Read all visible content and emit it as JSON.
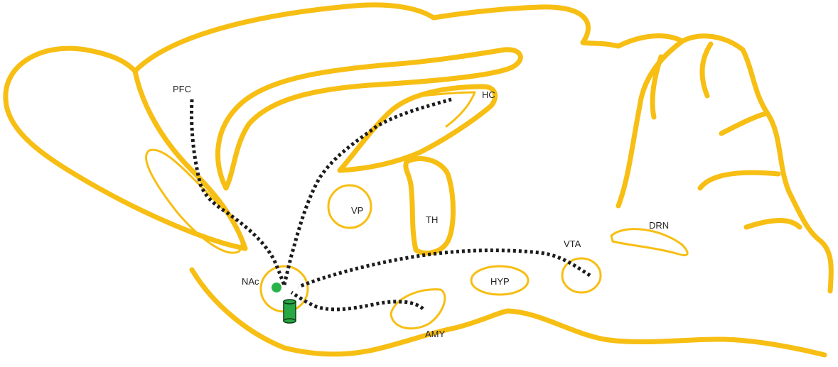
{
  "colors": {
    "outline": "#f7be13",
    "pathway": "#1c1c1c",
    "injection_site": "#2ab24a",
    "implant_fill": "#28a745",
    "implant_stroke": "#0b3d14"
  },
  "labels": {
    "pfc": "PFC",
    "hc": "HC",
    "vp": "VP",
    "th": "TH",
    "drn": "DRN",
    "vta": "VTA",
    "nac": "NAc",
    "hyp": "HYP",
    "amy": "AMY"
  },
  "icons": {
    "implant": "optic-fiber-cannula-icon",
    "injection": "injection-site-dot-icon"
  }
}
